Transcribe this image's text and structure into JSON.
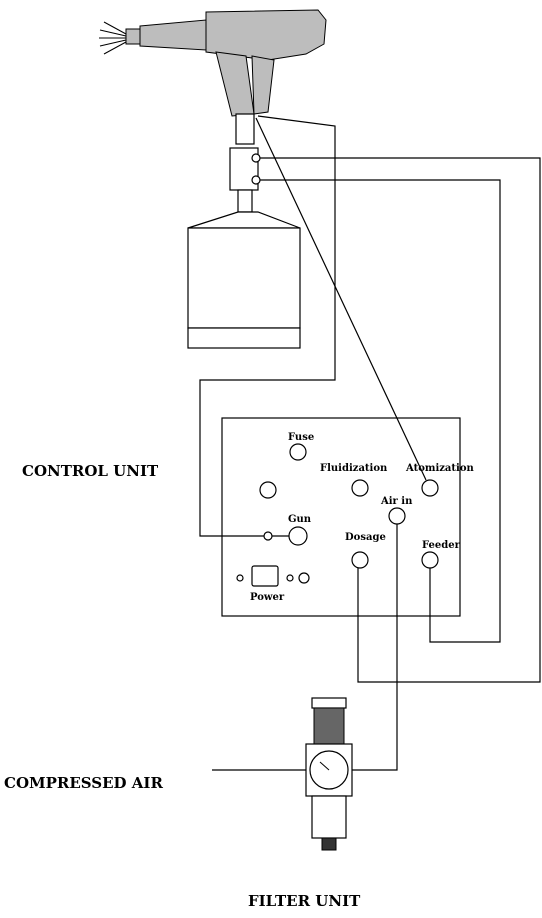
{
  "labels": {
    "control_unit": "CONTROL  UNIT",
    "compressed_air": "COMPRESSED  AIR",
    "filter_unit": "FILTER  UNIT"
  },
  "panel": {
    "fuse": "Fuse",
    "fluidization": "Fluidization",
    "atomization": "Atomization",
    "air_in": "Air in",
    "gun": "Gun",
    "dosage": "Dosage",
    "feeder": "Feeder",
    "power": "Power"
  },
  "colors": {
    "line": "#000000",
    "gun_body": "#bdbdbd",
    "background": "#ffffff"
  }
}
